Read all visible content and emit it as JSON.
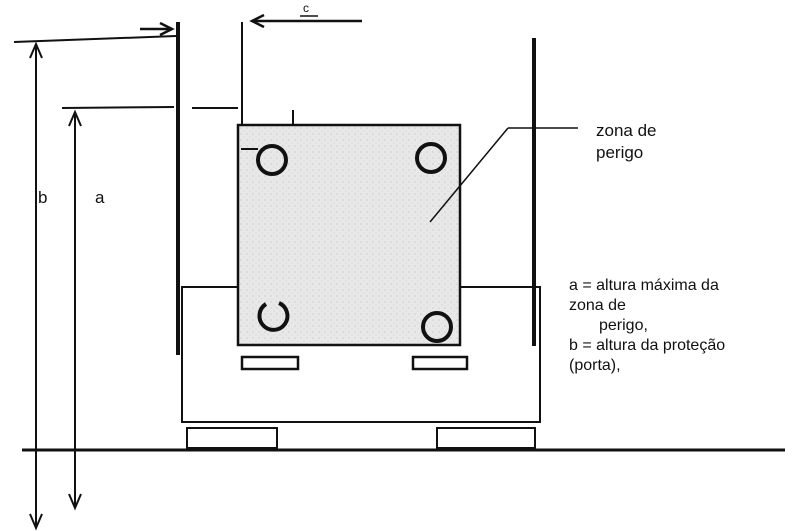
{
  "labels": {
    "b": "b",
    "a": "a",
    "c": "c",
    "zone": [
      "zona de",
      "perigo"
    ]
  },
  "legend": {
    "line1": "a = altura máxima da",
    "line2": "zona de",
    "line3": "perigo,",
    "line4": "b = altura da proteção",
    "line5": "(porta),"
  },
  "colors": {
    "ink": "#111111",
    "zone_fill": "#e6e6e6"
  }
}
